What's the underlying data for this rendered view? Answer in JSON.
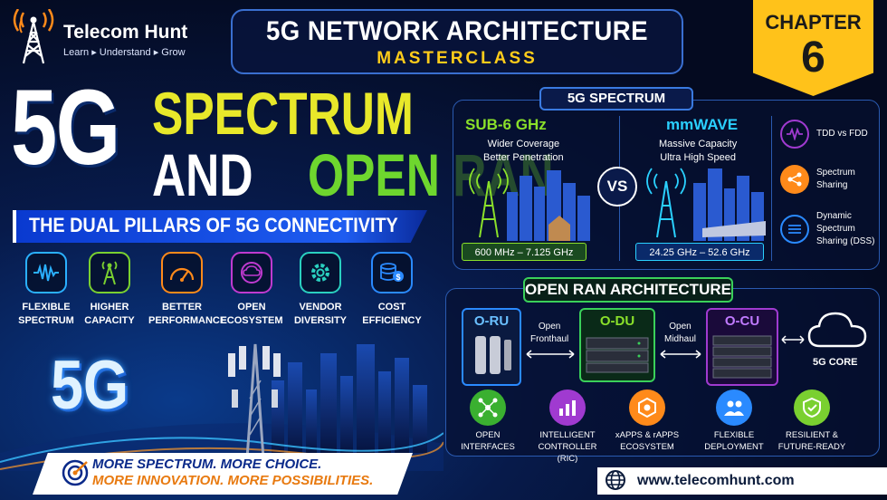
{
  "brand": {
    "name": "Telecom Hunt",
    "tagline": "Learn ▸ Understand ▸ Grow"
  },
  "header": {
    "title": "5G NETWORK ARCHITECTURE",
    "subtitle": "MASTERCLASS"
  },
  "chapter": {
    "label": "CHAPTER",
    "number": "6"
  },
  "hero": {
    "t5g": "5G",
    "spectrum": "SPECTRUM",
    "and": "AND",
    "open_ran": "OPEN RAN",
    "pillar": "THE DUAL PILLARS OF 5G CONNECTIVITY",
    "big5g": "5G"
  },
  "features": [
    {
      "l1": "FLEXIBLE",
      "l2": "SPECTRUM",
      "icon": "waveform-icon",
      "color": "#2ab0ff"
    },
    {
      "l1": "HIGHER",
      "l2": "CAPACITY",
      "icon": "antenna-icon",
      "color": "#7ad030"
    },
    {
      "l1": "BETTER",
      "l2": "PERFORMANCE",
      "icon": "speedometer-icon",
      "color": "#ff8a1a"
    },
    {
      "l1": "OPEN",
      "l2": "ECOSYSTEM",
      "icon": "cloud-icon",
      "color": "#c03ad0"
    },
    {
      "l1": "VENDOR",
      "l2": "DIVERSITY",
      "icon": "gear-icon",
      "color": "#2ad0c0"
    },
    {
      "l1": "COST",
      "l2": "EFFICIENCY",
      "icon": "coins-icon",
      "color": "#2a8aff"
    }
  ],
  "banner": {
    "line1": "MORE SPECTRUM. MORE CHOICE.",
    "line2": "MORE INNOVATION. MORE POSSIBILITIES."
  },
  "spectrum": {
    "title": "5G SPECTRUM",
    "sub6": {
      "name": "SUB-6 GHz",
      "d1": "Wider Coverage",
      "d2": "Better Penetration",
      "range": "600 MHz – 7.125 GHz"
    },
    "vs": "VS",
    "mmwave": {
      "name": "mmWAVE",
      "d1": "Massive Capacity",
      "d2": "Ultra High Speed",
      "range": "24.25 GHz – 52.6 GHz"
    },
    "side": [
      {
        "l1": "TDD vs FDD",
        "l2": "",
        "l3": "",
        "icon": "wave-icon",
        "color": "#a03ad0"
      },
      {
        "l1": "Spectrum",
        "l2": "Sharing",
        "l3": "",
        "icon": "share-icon",
        "color": "#ff8a1a"
      },
      {
        "l1": "Dynamic",
        "l2": "Spectrum",
        "l3": "Sharing (DSS)",
        "icon": "sliders-icon",
        "color": "#2a8aff"
      }
    ]
  },
  "oran": {
    "title": "OPEN RAN ARCHITECTURE",
    "oru": "O-RU",
    "odu": "O-DU",
    "ocu": "O-CU",
    "fronthaul1": "Open",
    "fronthaul2": "Fronthaul",
    "midhaul1": "Open",
    "midhaul2": "Midhaul",
    "core": "5G CORE",
    "features": [
      {
        "l1": "OPEN",
        "l2": "INTERFACES",
        "icon": "network-icon",
        "color": "#3ab030"
      },
      {
        "l1": "INTELLIGENT",
        "l2": "CONTROLLER (RIC)",
        "icon": "chart-icon",
        "color": "#a03ad0"
      },
      {
        "l1": "xAPPS & rAPPS",
        "l2": "ECOSYSTEM",
        "icon": "hexagon-icon",
        "color": "#ff8a1a"
      },
      {
        "l1": "FLEXIBLE",
        "l2": "DEPLOYMENT",
        "icon": "users-icon",
        "color": "#2a8aff"
      },
      {
        "l1": "RESILIENT &",
        "l2": "FUTURE-READY",
        "icon": "shield-icon",
        "color": "#7ad030"
      }
    ]
  },
  "footer": {
    "url": "www.telecomhunt.com"
  }
}
